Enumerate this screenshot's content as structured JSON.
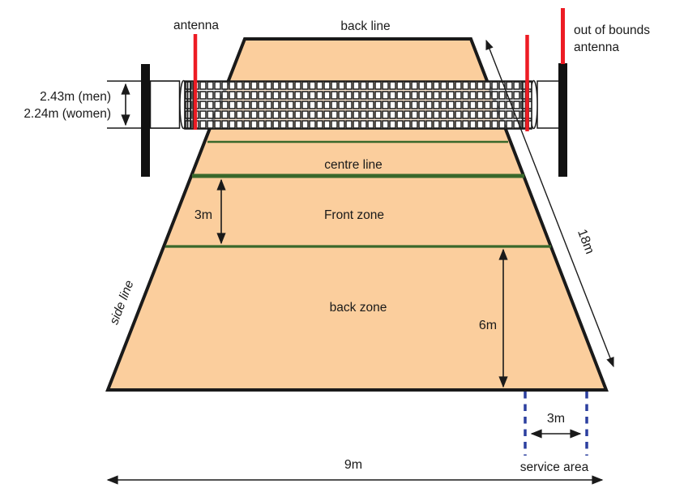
{
  "court": {
    "fill": "#FBCE9D",
    "line_color": "#39682B",
    "back_line_label": "back line",
    "side_line_label": "side line",
    "centre_line_label": "centre line",
    "front_zone_label": "Front zone",
    "back_zone_label": "back zone"
  },
  "net": {
    "antenna_color": "#ED1C24",
    "antenna_label": "antenna",
    "out_of_bounds_label_line1": "out of bounds",
    "out_of_bounds_label_line2": "antenna",
    "height_men": "2.43m (men)",
    "height_women": "2.24m (women)"
  },
  "dimensions": {
    "front_zone_depth": "3m",
    "back_zone_depth": "6m",
    "court_length": "18m",
    "court_width": "9m",
    "service_area_width": "3m"
  },
  "service_area": {
    "label": "service area",
    "line_color": "#2B3F9F"
  }
}
